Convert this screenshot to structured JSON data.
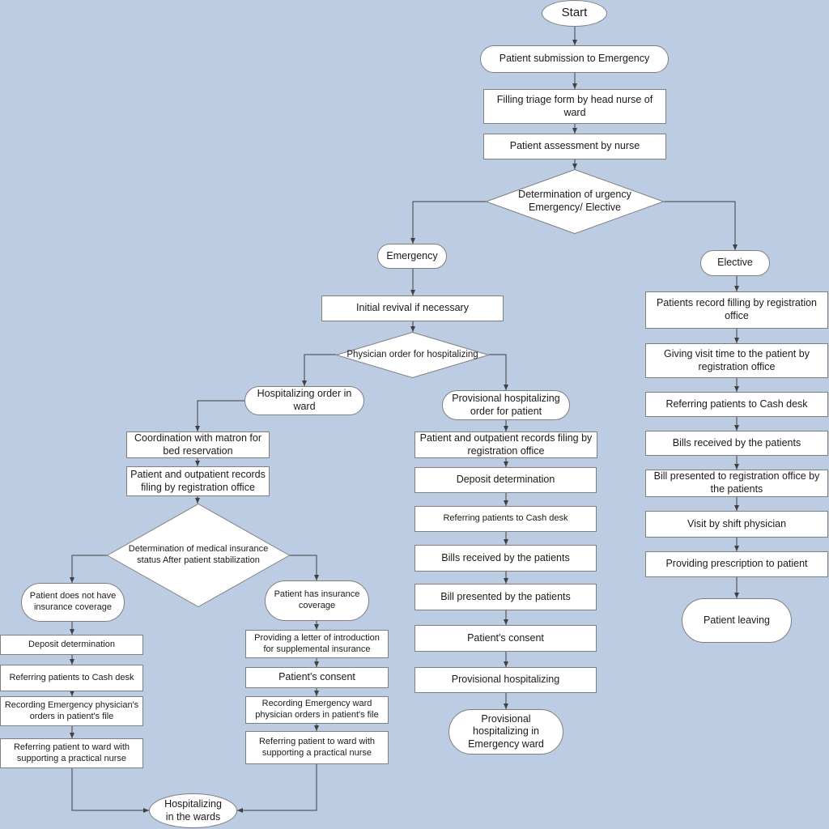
{
  "nodes": {
    "start": "Start",
    "submission": "Patient submission to Emergency",
    "triage": "Filling triage form by head nurse of ward",
    "assessment": "Patient assessment by nurse",
    "urgency": "Determination of urgency Emergency/ Elective",
    "emergency": "Emergency",
    "elective": "Elective",
    "initial_revival": "Initial revival if necessary",
    "physician_order": "Physician order for hospitalizing",
    "hosp_order_ward": "Hospitalizing order in ward",
    "provisional_order": "Provisional hospitalizing order for patient",
    "coordination": "Coordination with matron for bed reservation",
    "records_left": "Patient and outpatient records filing by registration office",
    "insurance_status": "Determination of medical insurance status After patient stabilization",
    "no_insurance": "Patient does not have insurance coverage",
    "has_insurance": "Patient has insurance coverage",
    "deposit_left": "Deposit determination",
    "cash_left": "Referring  patients to Cash desk",
    "recording_left": "Recording Emergency physician's orders in patient's file",
    "refer_ward_left": "Referring patient to ward with supporting a practical nurse",
    "letter": "Providing a letter of introduction for supplemental insurance",
    "consent_ins": "Patient's consent",
    "recording_ins": "Recording Emergency ward physician orders in patient's file",
    "refer_ward_ins": "Referring patient to ward with supporting a practical nurse",
    "hosp_wards": "Hospitalizing in the wards",
    "records_mid": "Patient and outpatient records filing by registration office",
    "deposit_mid": "Deposit determination",
    "cash_mid": "Referring  patients to Cash desk",
    "bills_mid": "Bills received by the patients",
    "bill_presented_mid": "Bill presented by the patients",
    "consent_mid": "Patient's consent",
    "provisional_hosp": "Provisional hospitalizing",
    "provisional_ward": "Provisional hospitalizing in Emergency ward",
    "records_right": "Patients record filling by registration office",
    "visit_time": "Giving visit time to the patient by registration office",
    "cash_right": "Referring  patients to Cash desk",
    "bills_right": "Bills received by the patients",
    "bill_presented_right": "Bill presented to registration office by the patients",
    "visit_physician": "Visit by shift physician",
    "prescription": "Providing prescription to patient",
    "leaving": "Patient leaving"
  },
  "colors": {
    "background": "#bccde3",
    "node_fill": "#ffffff",
    "border": "#7f7f7f",
    "edge": "#404040"
  }
}
